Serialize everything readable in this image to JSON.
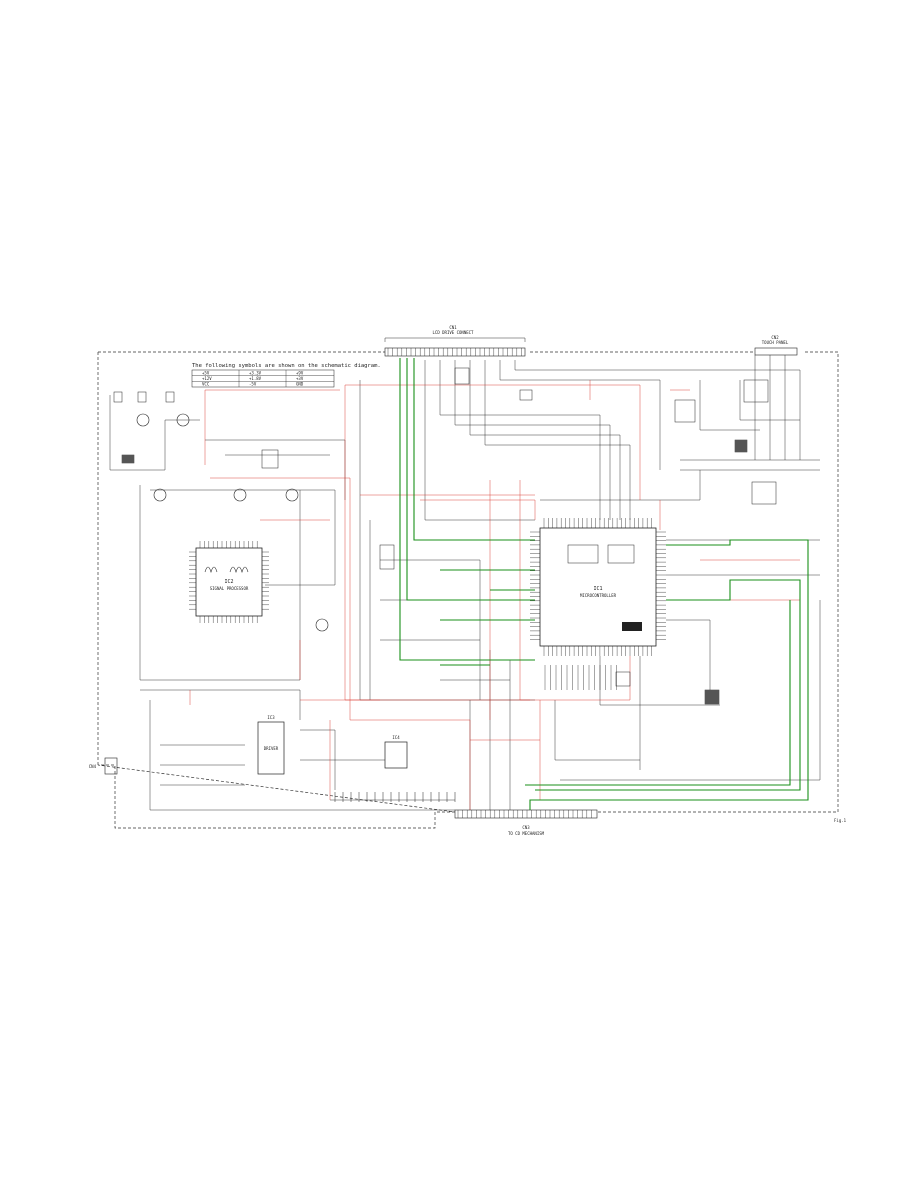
{
  "legend": {
    "title": "The following symbols are shown on the schematic diagram.",
    "entries": [
      "+5V",
      "+3.3V",
      "+9V",
      "+12V",
      "+1.8V",
      "+3V",
      "VCC",
      "-5V",
      "GND"
    ]
  },
  "top_connector": {
    "label": "LCD DRIVE CONNECT",
    "ref": "CN1"
  },
  "right_connector": {
    "label": "TOUCH PANEL",
    "ref": "CN2"
  },
  "bottom_connector": {
    "label": "TO CD MECHANISM",
    "ref": "CN3"
  },
  "left_connector": {
    "ref": "CN4"
  },
  "page_ref": "Fig.1",
  "main_ic": {
    "ref": "IC1",
    "name": "MICROCONTROLLER"
  },
  "left_ic": {
    "ref": "IC2",
    "name": "SIGNAL PROCESSOR"
  },
  "driver_ic": {
    "ref": "IC3",
    "name": "DRIVER"
  },
  "small_ic": {
    "ref": "IC4"
  },
  "colors": {
    "wire": "#222222",
    "power": "#d9342b",
    "bus": "#1a8f1a",
    "border": "#333333"
  }
}
